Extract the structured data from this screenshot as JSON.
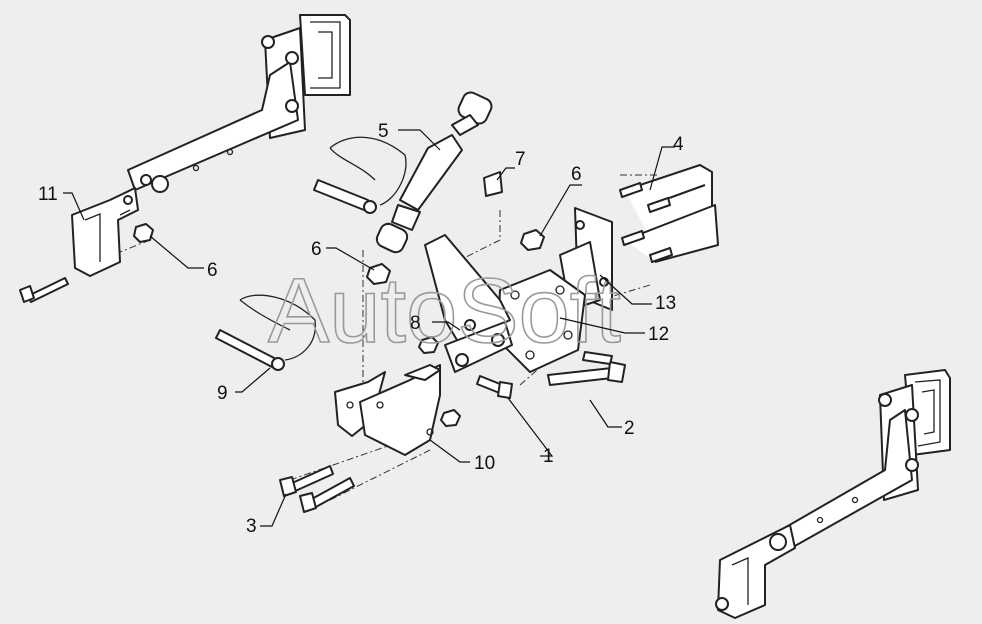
{
  "watermark": "AutoSoft",
  "callouts": [
    {
      "id": "c1",
      "text": "1"
    },
    {
      "id": "c2",
      "text": "2"
    },
    {
      "id": "c3",
      "text": "3"
    },
    {
      "id": "c4",
      "text": "4"
    },
    {
      "id": "c5",
      "text": "5"
    },
    {
      "id": "c6a",
      "text": "6"
    },
    {
      "id": "c6b",
      "text": "6"
    },
    {
      "id": "c6c",
      "text": "6"
    },
    {
      "id": "c7",
      "text": "7"
    },
    {
      "id": "c8",
      "text": "8"
    },
    {
      "id": "c9",
      "text": "9"
    },
    {
      "id": "c10",
      "text": "10"
    },
    {
      "id": "c11",
      "text": "11"
    },
    {
      "id": "c12",
      "text": "12"
    },
    {
      "id": "c13",
      "text": "13"
    }
  ]
}
